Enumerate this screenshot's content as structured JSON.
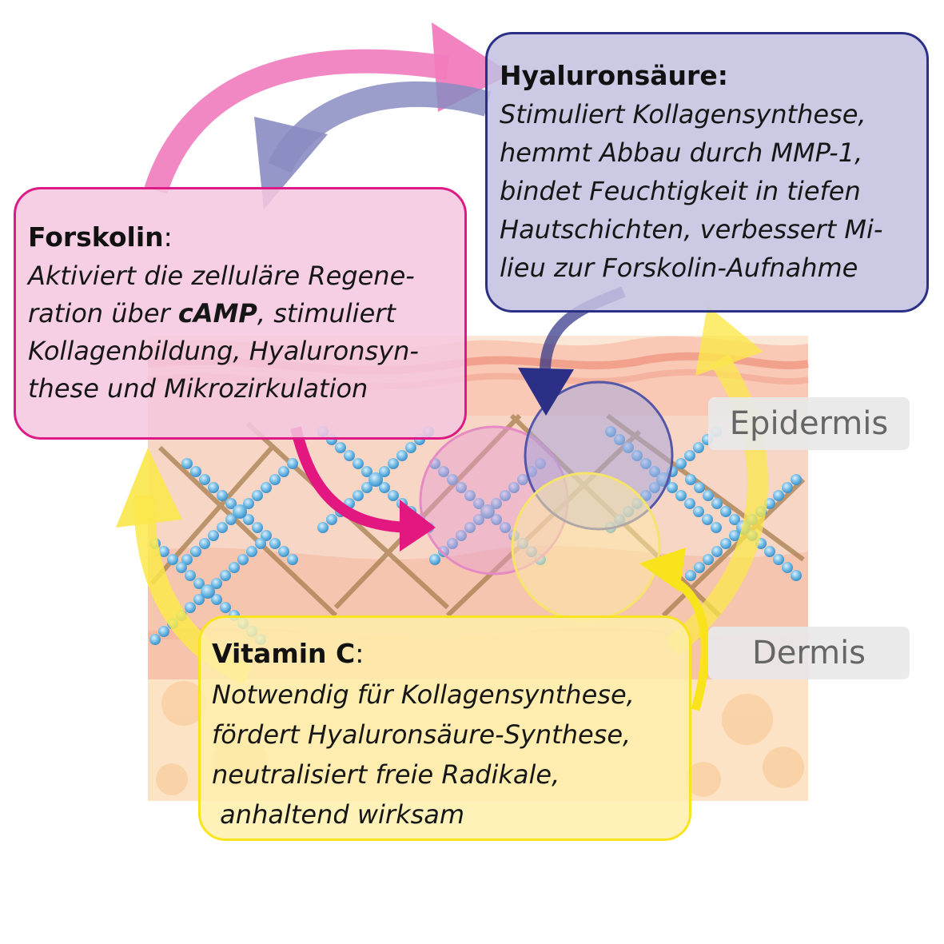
{
  "boxes": {
    "forskolin": {
      "title": "Forskolin",
      "title_suffix": ":",
      "lines": [
        "Aktiviert die zelluläre Regene-",
        "ration über ",
        "Kollagenbildung, Hyaluronsyn-",
        "these und Mikrozirkulation"
      ],
      "bold_term": "cAMP",
      "line2_rest": ",  stimuliert",
      "fill_color": "#f4c7df",
      "border_color": "#de1a86"
    },
    "hyaluron": {
      "title": "Hyaluronsäure:",
      "lines": [
        "Stimuliert Kollagensynthese,",
        "hemmt Abbau durch MMP-1,",
        "bindet Feuchtigkeit in tiefen",
        "Hautschichten, verbessert Mi-",
        "lieu zur Forskolin-Aufnahme"
      ],
      "fill_color": "#c2c0e0",
      "border_color": "#2b2f85"
    },
    "vitamin_c": {
      "title": "Vitamin C",
      "title_suffix": ":",
      "lines": [
        "Notwendig für Kollagensynthese,",
        "fördert Hyaluronsäure-Synthese,",
        "neutralisiert freie Radikale,",
        " anhaltend wirksam"
      ],
      "fill_color": "#feefaa",
      "border_color": "#f8e31c"
    }
  },
  "layer_labels": {
    "epidermis": "Epidermis",
    "dermis": "Dermis"
  },
  "colors": {
    "pink_arrow": "#f17bbd",
    "magenta_arrow": "#e2177f",
    "purple_arrow": "#8a8cc2",
    "navy_arrow": "#2b2f85",
    "yellow_arrow": "#fbe74b",
    "skin_top": "#f6b7a3",
    "skin_dermis": "#f9d3c2",
    "fat_layer": "#fbe2c4",
    "collagen_beads": "#6bb7e3",
    "fiber": "#a97f4f"
  }
}
